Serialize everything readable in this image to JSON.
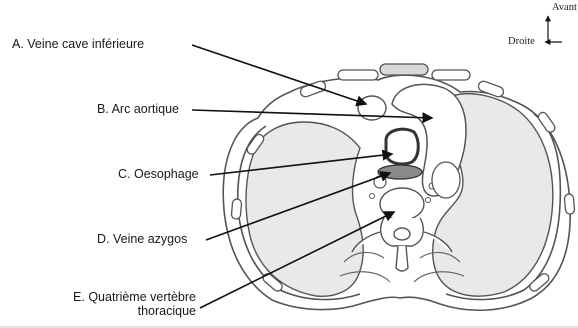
{
  "labels": {
    "a": "A. Veine cave inférieure",
    "b": "B. Arc aortique",
    "c": "C. Oesophage",
    "d": "D. Veine azygos",
    "e_line1": "E. Quatrième vertèbre",
    "e_line2": "thoracique"
  },
  "orientation": {
    "anterior": "Avant",
    "right": "Droite"
  }
}
